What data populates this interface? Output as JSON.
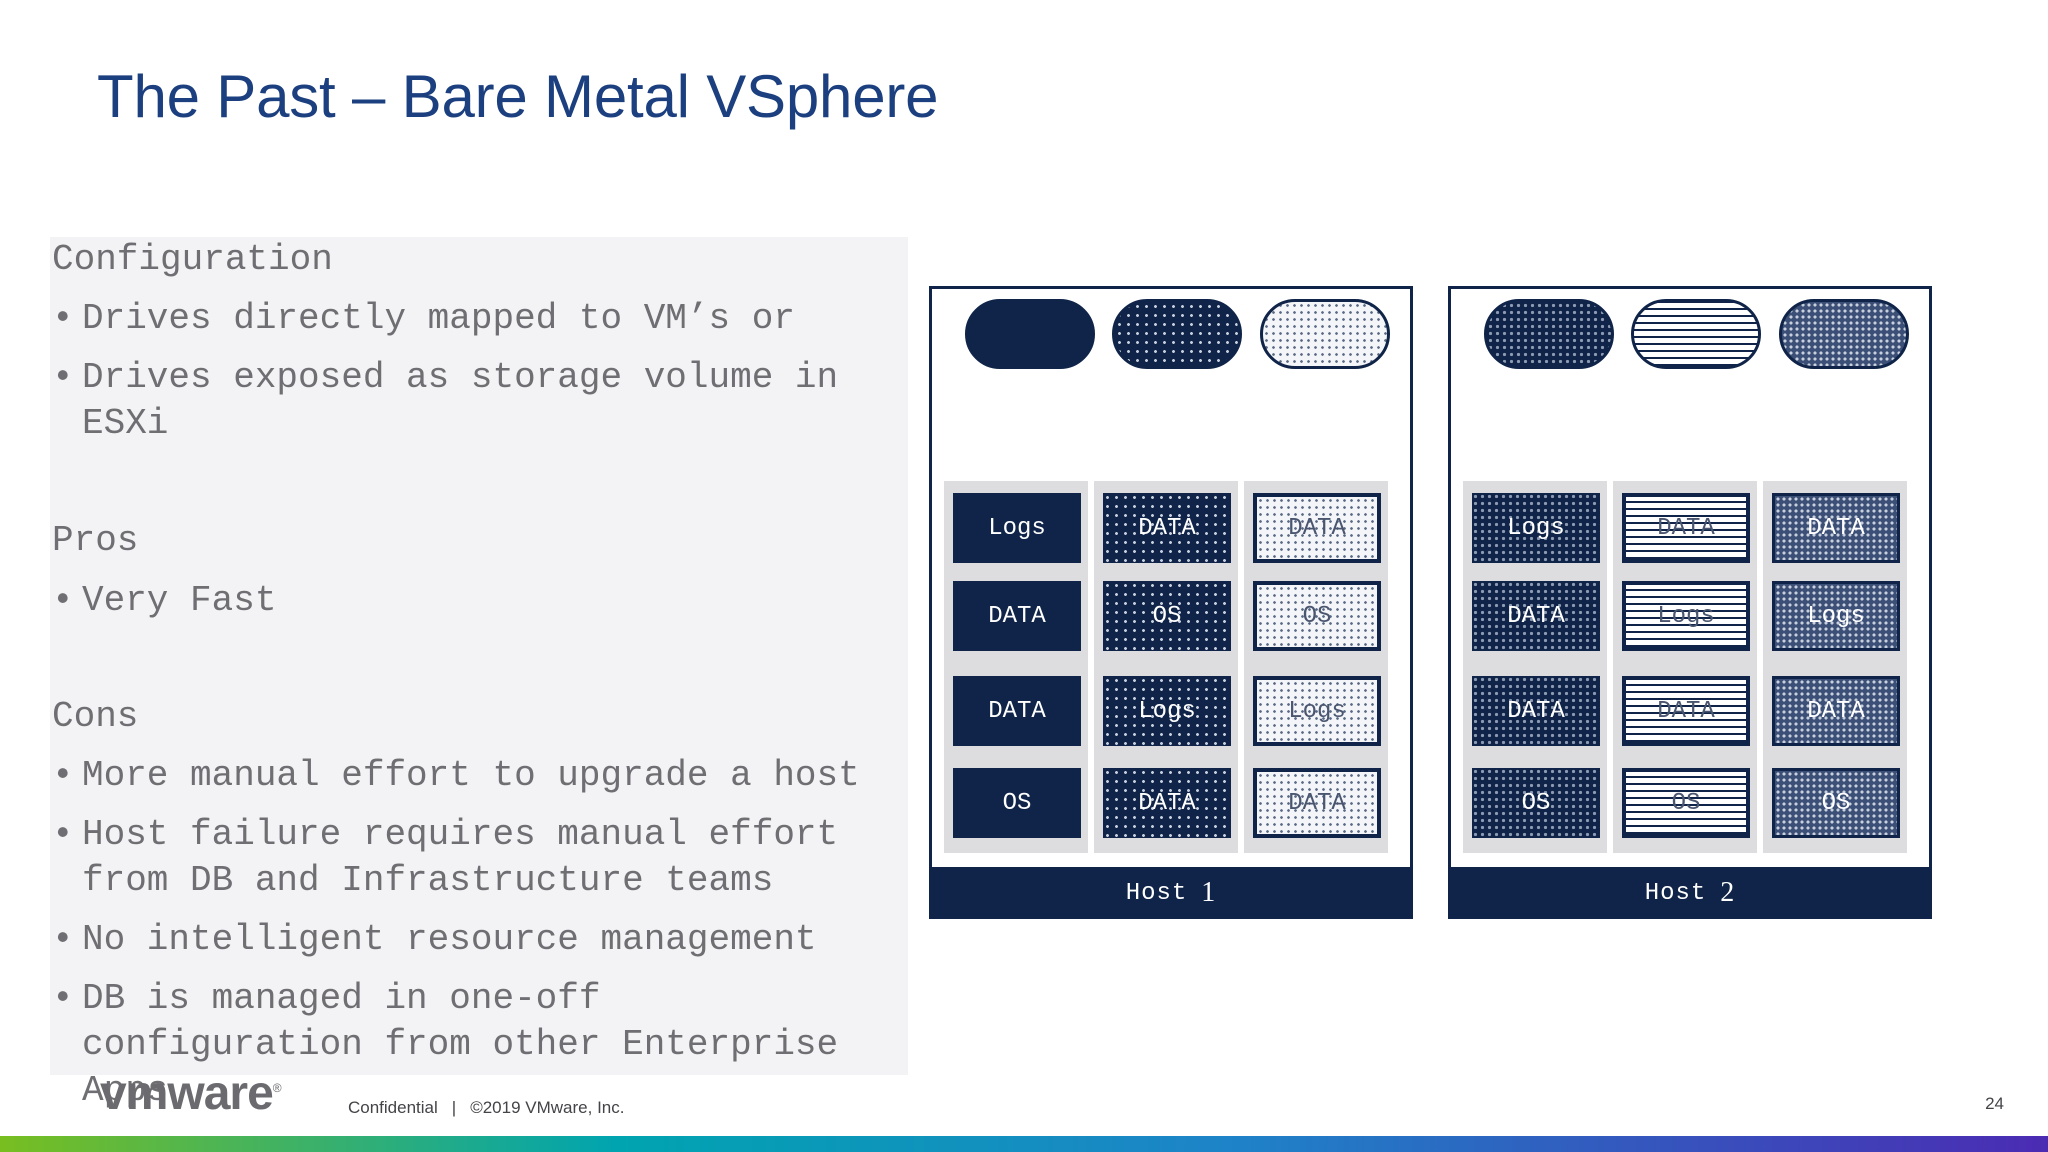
{
  "slide": {
    "title": "The Past – Bare Metal VSphere",
    "page_number": "24"
  },
  "textbox": {
    "lines": [
      {
        "kind": "heading",
        "text": "Configuration"
      },
      {
        "kind": "bullet",
        "text": "Drives directly mapped to VM’s or"
      },
      {
        "kind": "bullet",
        "text": "Drives exposed as storage volume in"
      },
      {
        "kind": "cont",
        "text": "ESXi"
      },
      {
        "kind": "heading",
        "text": "Pros"
      },
      {
        "kind": "bullet",
        "text": "Very Fast"
      },
      {
        "kind": "heading",
        "text": "Cons"
      },
      {
        "kind": "bullet",
        "text": "More manual effort to upgrade a host"
      },
      {
        "kind": "bullet",
        "text": "Host failure requires manual effort"
      },
      {
        "kind": "cont",
        "text": "from DB and Infrastructure teams"
      },
      {
        "kind": "bullet",
        "text": "No intelligent resource management"
      },
      {
        "kind": "bullet",
        "text": "DB is managed in one-off"
      },
      {
        "kind": "cont",
        "text": "configuration from other Enterprise"
      },
      {
        "kind": "cont",
        "text": "Apps"
      }
    ]
  },
  "hosts": [
    {
      "label": "Host",
      "number": "1",
      "pills": [
        "solid",
        "dots-dark",
        "dots-light"
      ],
      "columns": [
        {
          "pattern": "solid",
          "drives": [
            "Logs",
            "DATA",
            "DATA",
            "OS"
          ]
        },
        {
          "pattern": "dots-dark",
          "drives": [
            "DATA",
            "OS",
            "Logs",
            "DATA"
          ]
        },
        {
          "pattern": "dots-light",
          "drives": [
            "DATA",
            "OS",
            "Logs",
            "DATA"
          ]
        }
      ]
    },
    {
      "label": "Host",
      "number": "2",
      "pills": [
        "checker",
        "lines",
        "grid"
      ],
      "columns": [
        {
          "pattern": "checker",
          "drives": [
            "Logs",
            "DATA",
            "DATA",
            "OS"
          ]
        },
        {
          "pattern": "lines",
          "drives": [
            "DATA",
            "Logs",
            "DATA",
            "OS"
          ]
        },
        {
          "pattern": "grid",
          "drives": [
            "DATA",
            "Logs",
            "DATA",
            "OS"
          ]
        }
      ]
    }
  ],
  "footer": {
    "logo_text": "vmware",
    "logo_mark": "®",
    "confidential": "Confidential",
    "separator": "|",
    "copyright": "©2019 VMware, Inc."
  },
  "colors": {
    "title": "#1b3f7f",
    "navy": "#0f2448",
    "text_gray": "#6f6e72",
    "textbox_bg": "#f3f2f4"
  }
}
